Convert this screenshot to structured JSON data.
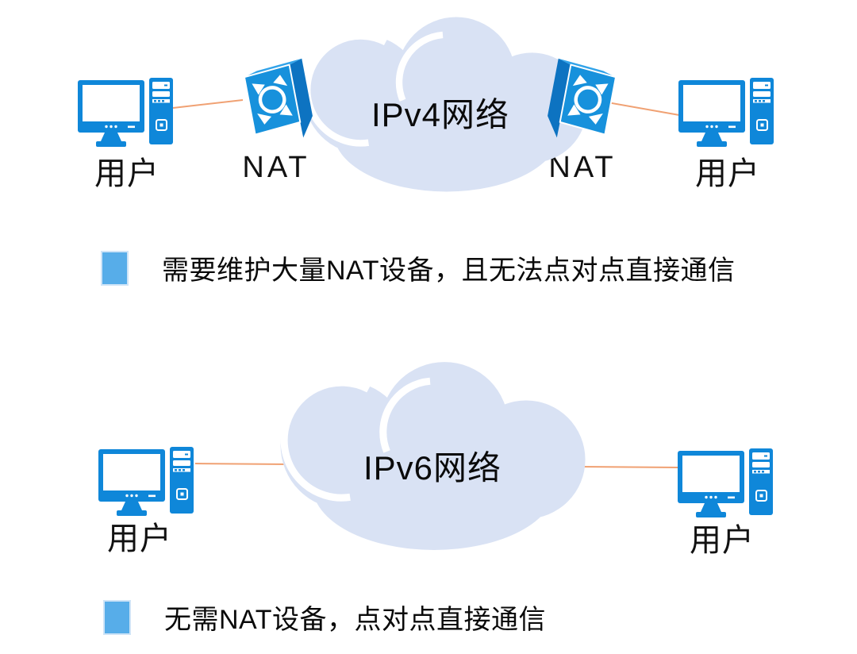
{
  "labels": {
    "user": "用户",
    "nat": "NAT"
  },
  "top": {
    "cloud_label": "IPv4网络",
    "note": "需要维护大量NAT设备，且无法点对点直接通信"
  },
  "bottom": {
    "cloud_label": "IPv6网络",
    "note": "无需NAT设备，点对点直接通信"
  },
  "colors": {
    "device_blue": "#0f87d9",
    "nat_front_blue": "#1791dc",
    "nat_side_blue": "#0d73c1",
    "nat_top_blue": "#31a3e9",
    "cloud_fill": "#d9e2f4",
    "connector_orange": "#f0a173",
    "bullet_blue": "#57ade9",
    "text_color": "#0a0a0a"
  }
}
